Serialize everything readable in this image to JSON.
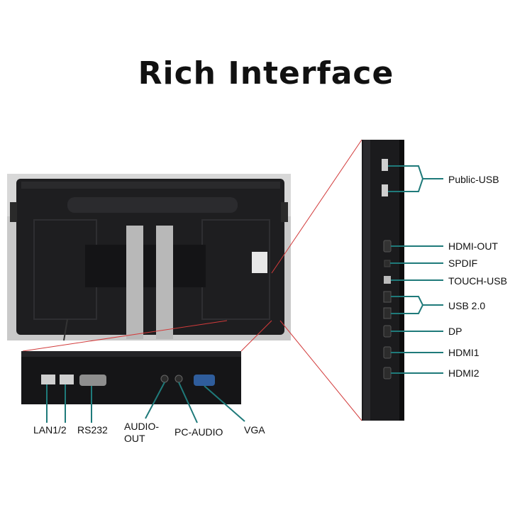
{
  "title": "Rich Interface",
  "side_ports": {
    "public_usb": "Public-USB",
    "hdmi_out": "HDMI-OUT",
    "spdif": "SPDIF",
    "touch_usb": "TOUCH-USB",
    "usb20": "USB 2.0",
    "dp": "DP",
    "hdmi1": "HDMI1",
    "hdmi2": "HDMI2"
  },
  "bottom_ports": {
    "lan": "LAN1/2",
    "rs232": "RS232",
    "audio_out_line1": "AUDIO-",
    "audio_out_line2": "OUT",
    "pc_audio": "PC-AUDIO",
    "vga": "VGA"
  },
  "colors": {
    "callout_line": "#1f7a7a",
    "zoom_line": "#d23b3b",
    "panel": "#1b1b1d"
  }
}
